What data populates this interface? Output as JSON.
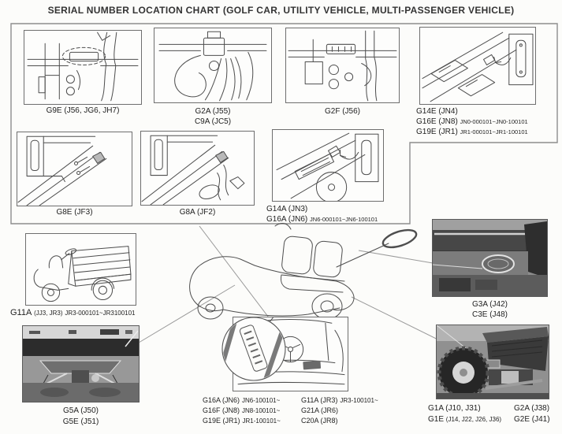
{
  "title": "SERIAL NUMBER LOCATION CHART (GOLF CAR, UTILITY VEHICLE, MULTI-PASSENGER VEHICLE)",
  "colors": {
    "ink": "#242424",
    "box_border": "#6e6e6e",
    "outer_border": "#8d8d8d"
  },
  "panels": {
    "g9e": {
      "caption": "G9E (J56, JG6, JH7)"
    },
    "g2a": {
      "line1": "G2A (J55)",
      "line2": "C9A (JC5)"
    },
    "g2f": {
      "caption": "G2F (J56)"
    },
    "g14e": {
      "line1": "G14E (JN4)",
      "line2_model": "G16E (JN8)",
      "line2_serial": "JN0-000101~JN0-100101",
      "line3_model": "G19E (JR1)",
      "line3_serial": "JR1-000101~JR1-100101"
    },
    "g8e": {
      "caption": "G8E (JF3)"
    },
    "g8a": {
      "caption": "G8A (JF2)"
    },
    "g14a": {
      "line1": "G14A (JN3)",
      "line2_model": "G16A (JN6)",
      "line2_serial": "JN6-000101~JN6-100101"
    },
    "g11a": {
      "model": "G11A",
      "codes": "(JJ3, JR3)",
      "serial": "JR3-000101~JR3100101"
    },
    "g3a": {
      "line1": "G3A (J42)",
      "line2": "C3E (J48)"
    },
    "g5a": {
      "line1": "G5A (J50)",
      "line2": "G5E (J51)"
    },
    "dash": {
      "left": [
        {
          "model": "G16A (JN6)",
          "serial": "JN6-100101~"
        },
        {
          "model": "G16F (JN8)",
          "serial": "JN8-100101~"
        },
        {
          "model": "G19E (JR1)",
          "serial": "JR1-100101~"
        }
      ],
      "right": [
        {
          "model": "G11A (JR3)",
          "serial": "JR3-100101~"
        },
        {
          "model": "G21A (JR6)",
          "serial": ""
        },
        {
          "model": "C20A (JR8)",
          "serial": ""
        }
      ]
    },
    "g1a": {
      "row1_left": "G1A (J10, J31)",
      "row1_right": "G2A (J38)",
      "row2_model": "G1E",
      "row2_codes": "(J14, J22, J26, J36)",
      "row2_right": "G2E (J41)"
    }
  }
}
